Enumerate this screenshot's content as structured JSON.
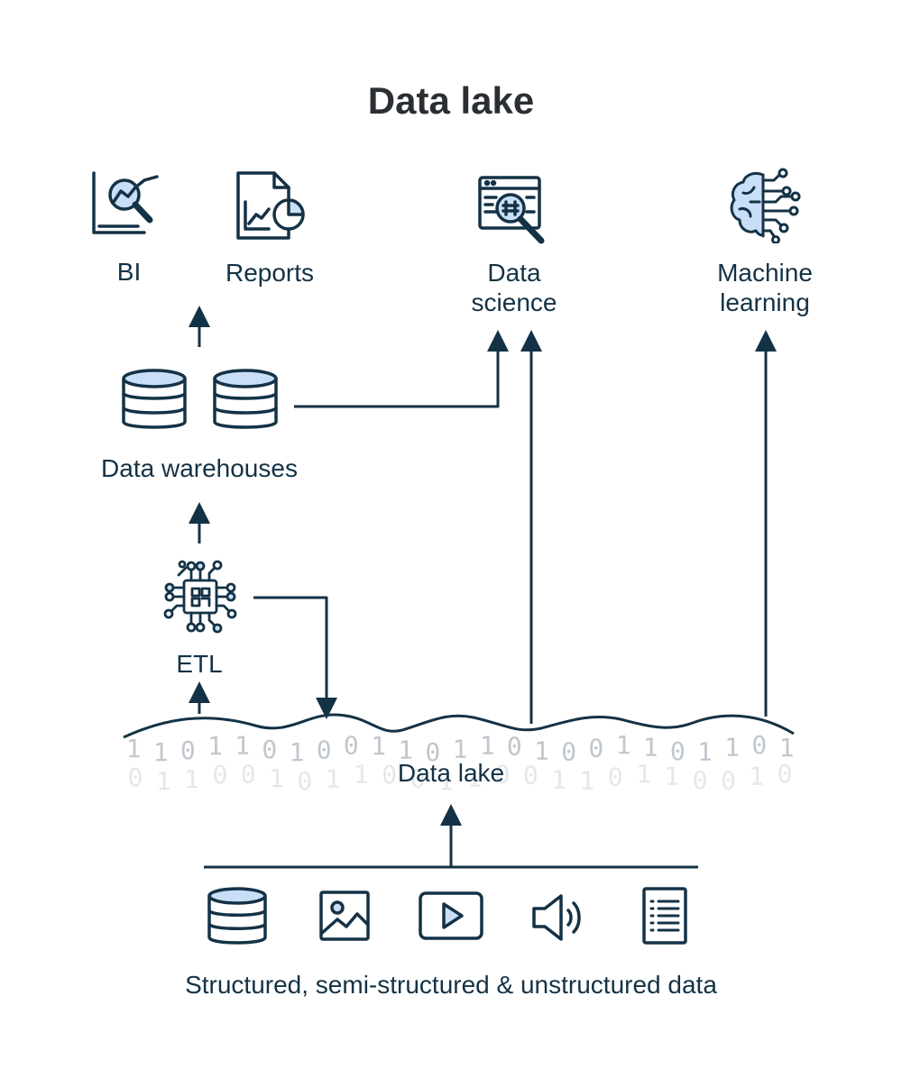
{
  "title": "Data lake",
  "nodes": {
    "bi": "BI",
    "reports": "Reports",
    "data_science": [
      "Data",
      "science"
    ],
    "machine_learning": [
      "Machine",
      "learning"
    ],
    "data_warehouses": "Data warehouses",
    "etl": "ETL",
    "data_lake": "Data lake",
    "sources": "Structured, semi-structured & unstructured data"
  },
  "binary_row_1": [
    "1",
    "1",
    "0",
    "1",
    "1",
    "0",
    "1",
    "0",
    "0",
    "1",
    "1",
    "0",
    "1",
    "1",
    "0",
    "1",
    "0",
    "0",
    "1",
    "1",
    "0",
    "1",
    "1",
    "0",
    "1"
  ],
  "binary_row_2": [
    "0",
    "1",
    "1",
    "0",
    "0",
    "1",
    "0",
    "1",
    "1",
    "0",
    "0",
    "1",
    "1",
    "0",
    "0",
    "1",
    "1",
    "0",
    "1",
    "1",
    "0",
    "0",
    "1",
    "0"
  ],
  "icons": {
    "bi": "chart-magnifier-icon",
    "reports": "report-document-icon",
    "data_science": "code-window-magnifier-icon",
    "machine_learning": "circuit-brain-icon",
    "warehouse": "database-icon",
    "etl": "circuit-chip-icon",
    "sources": [
      "database-icon",
      "image-icon",
      "video-play-icon",
      "audio-speaker-icon",
      "text-document-icon"
    ]
  },
  "colors": {
    "ink": "#143246",
    "accent_fill": "#c9def7",
    "title": "#2b2f33",
    "bits": "#c4cbd1"
  }
}
